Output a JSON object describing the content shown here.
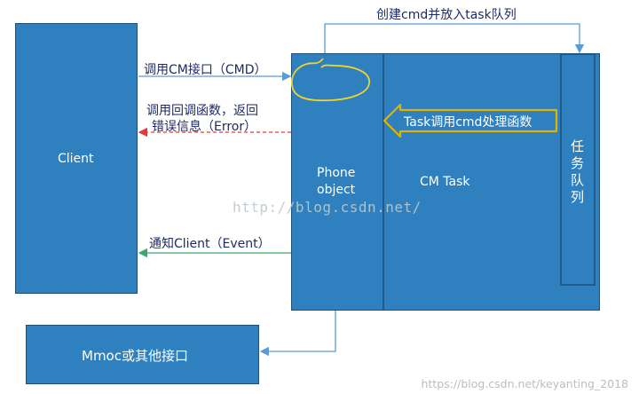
{
  "client": {
    "label": "Client"
  },
  "phone_object": {
    "line1": "Phone",
    "line2": "object"
  },
  "cm_task": {
    "label": "CM Task"
  },
  "task_queue": {
    "chars": [
      "任",
      "务",
      "队",
      "列"
    ]
  },
  "mmoc": {
    "label": "Mmoc或其他接口"
  },
  "arrows": {
    "call_cm": "调用CM接口（CMD）",
    "callback_line1": "调用回调函数，返回",
    "callback_line2": "错误信息（Error）",
    "notify": "通知Client（Event）",
    "enqueue": "创建cmd并放入task队列",
    "task_handler": "Task调用cmd处理函数"
  },
  "watermarks": {
    "middle": "http://blog.csdn.net/",
    "bottom": "https://blog.csdn.net/keyanting_2018"
  },
  "colors": {
    "box_fill": "#2e81be",
    "box_border": "#1f4f78",
    "connector": "#5b9bd5",
    "error_arrow": "#e53935",
    "notify_arrow": "#3aa86b",
    "highlight": "#f0d32a",
    "fat_arrow_border": "#e5b100"
  }
}
